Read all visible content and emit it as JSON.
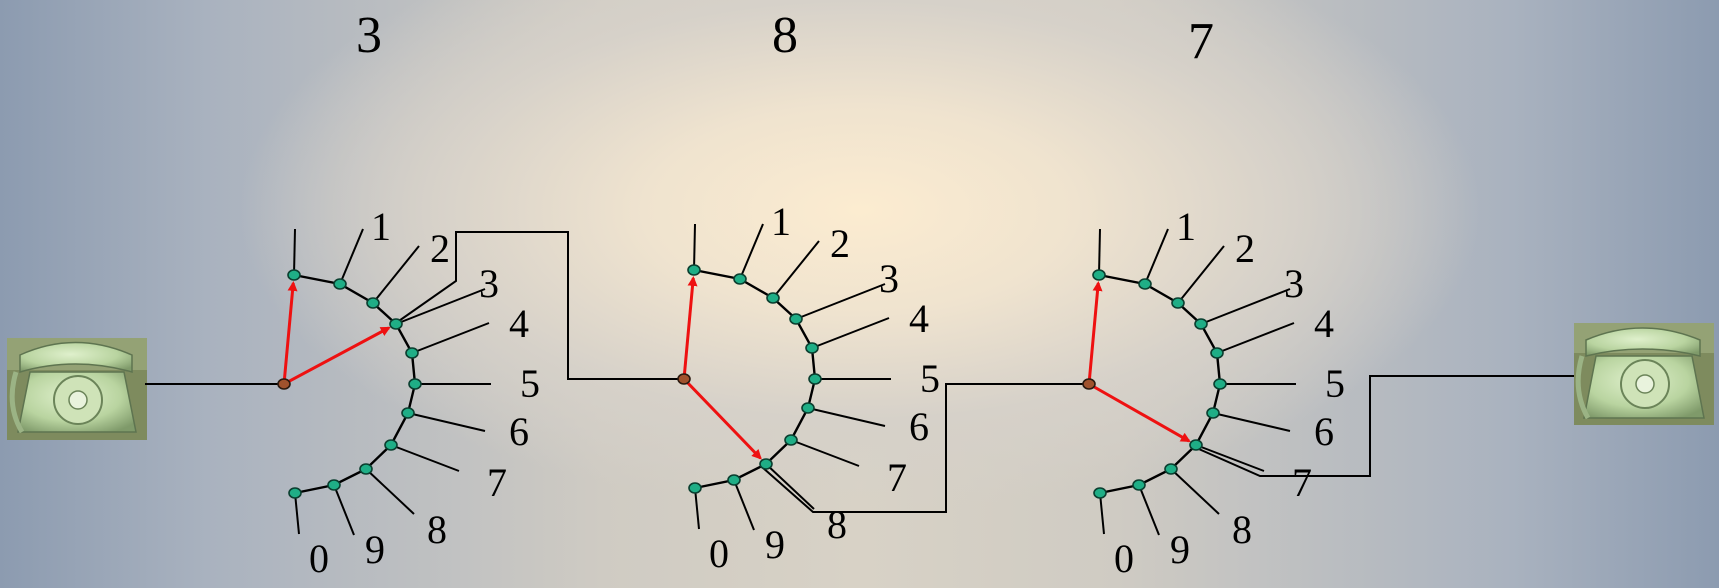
{
  "dialed_digits": [
    "3",
    "8",
    "7"
  ],
  "selector_labels": [
    "1",
    "2",
    "3",
    "4",
    "5",
    "6",
    "7",
    "8",
    "9",
    "0"
  ],
  "colors": {
    "arrow": "#ee1111",
    "contact": "#1fae86",
    "wire": "#000000",
    "phone": "#b9d4a0"
  },
  "icons": {
    "left_phone": "rotary-telephone-icon",
    "right_phone": "rotary-telephone-icon"
  }
}
